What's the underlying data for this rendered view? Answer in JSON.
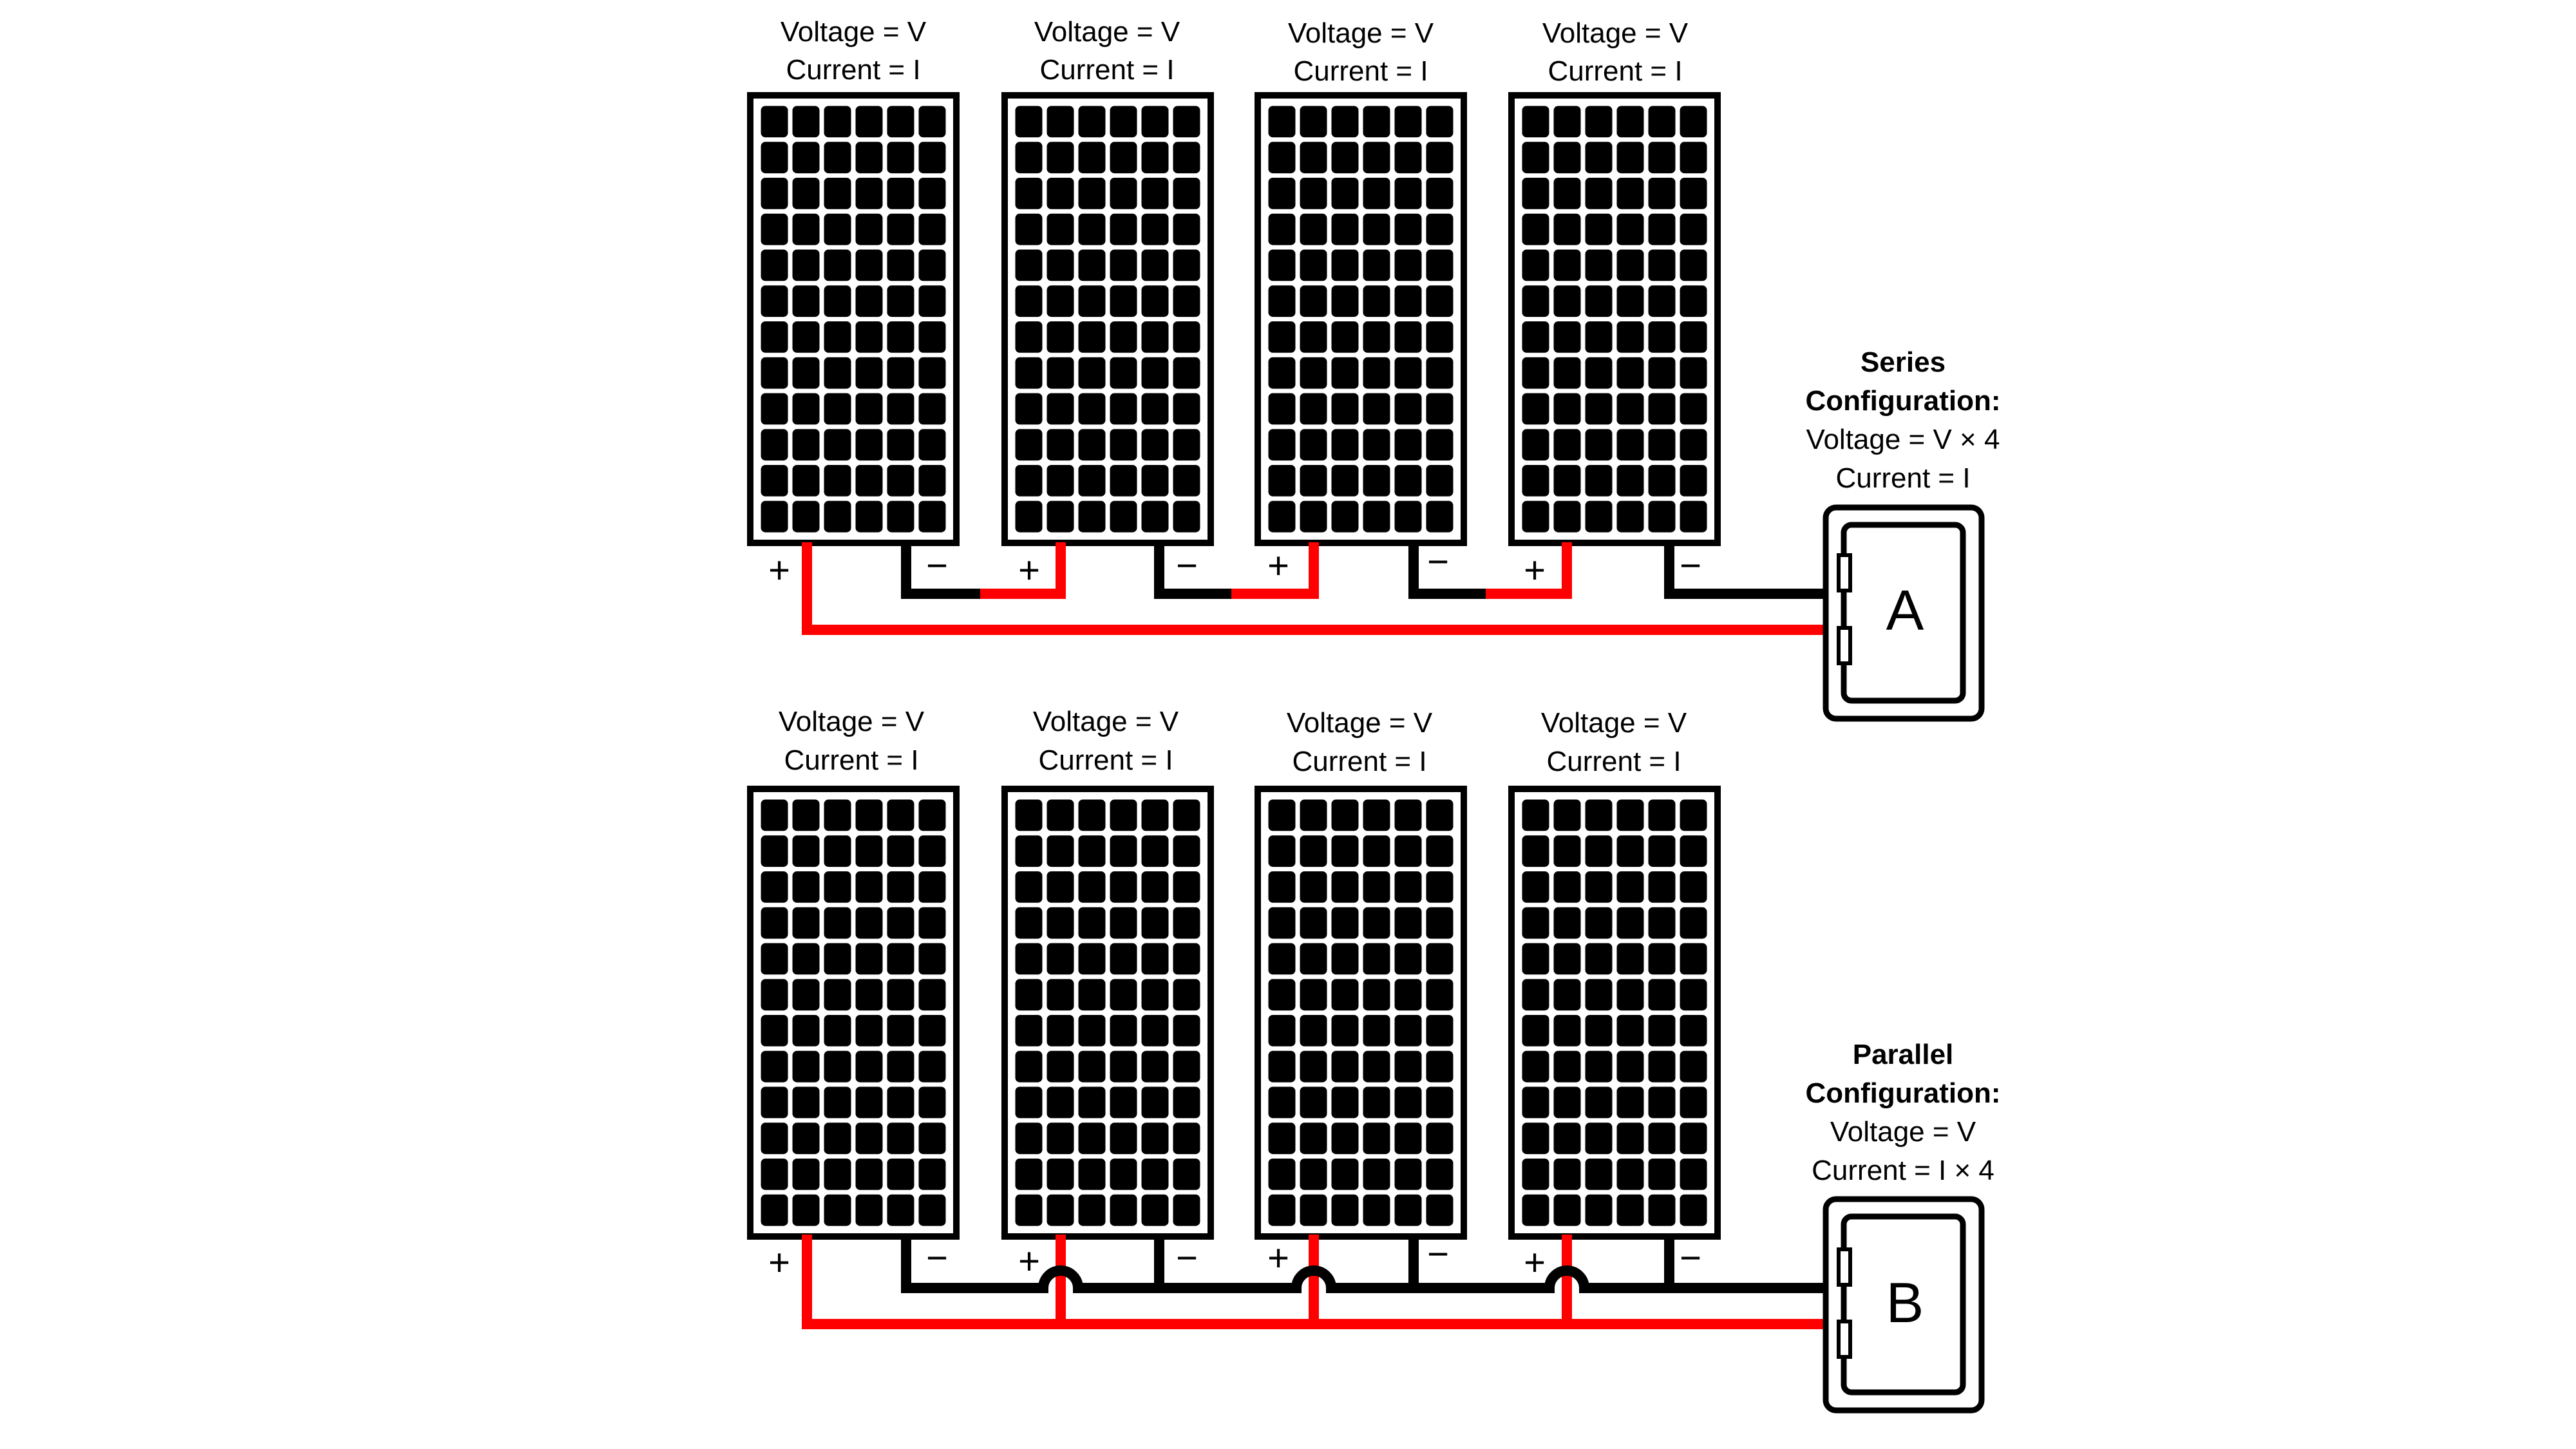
{
  "colors": {
    "positive_wire": "#ff0000",
    "negative_wire": "#000000",
    "panel": "#000000",
    "cell_gap": "#ffffff",
    "background": "#ffffff"
  },
  "panel_label": {
    "voltage": "Voltage = V",
    "current": "Current = I"
  },
  "terminal_symbols": {
    "positive": "+",
    "negative": "−"
  },
  "series": {
    "title_line1": "Series",
    "title_line2": "Configuration:",
    "voltage": "Voltage = V × 4",
    "current": "Current  = I",
    "box_label": "A"
  },
  "parallel": {
    "title_line1": "Parallel",
    "title_line2": "Configuration:",
    "voltage": "Voltage = V",
    "current": "Current  = I × 4",
    "box_label": "B"
  },
  "panel_grid": {
    "rows": 12,
    "cols": 6
  },
  "panels_per_row": 4
}
